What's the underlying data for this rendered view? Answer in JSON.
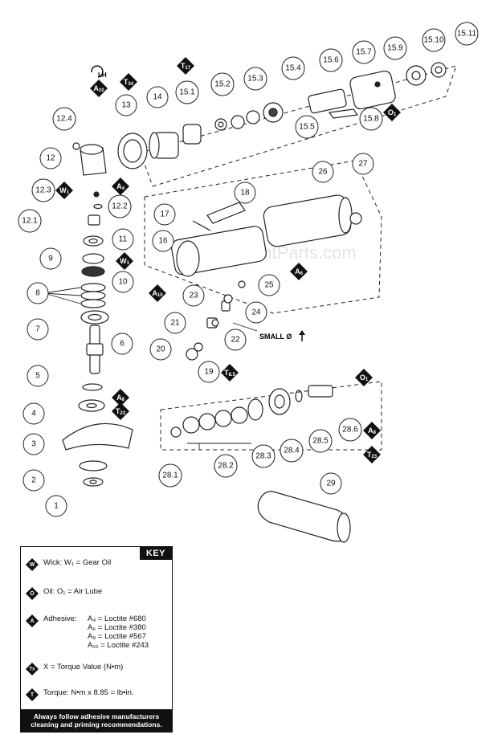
{
  "watermark": "ReplacementParts.com",
  "rotation_label": "LH",
  "small_label": "SMALL Ø",
  "callouts": [
    "1",
    "2",
    "3",
    "4",
    "5",
    "6",
    "7",
    "8",
    "9",
    "10",
    "11",
    "12",
    "12.1",
    "12.2",
    "12.3",
    "12.4",
    "13",
    "14",
    "15.1",
    "15.2",
    "15.3",
    "15.4",
    "15.5",
    "15.6",
    "15.7",
    "15.8",
    "15.9",
    "15.10",
    "15.11",
    "16",
    "17",
    "18",
    "19",
    "20",
    "21",
    "22",
    "23",
    "24",
    "25",
    "26",
    "27",
    "28.1",
    "28.2",
    "28.3",
    "28.4",
    "28.5",
    "28.6",
    "29"
  ],
  "badges": [
    {
      "letter": "A",
      "sub": "10"
    },
    {
      "letter": "T",
      "sub": "34"
    },
    {
      "letter": "T",
      "sub": "17"
    },
    {
      "letter": "O",
      "sub": "1"
    },
    {
      "letter": "W",
      "sub": "1"
    },
    {
      "letter": "A",
      "sub": "4"
    },
    {
      "letter": "W",
      "sub": "1"
    },
    {
      "letter": "A",
      "sub": "6"
    },
    {
      "letter": "A",
      "sub": "10"
    },
    {
      "letter": "T",
      "sub": "8.5"
    },
    {
      "letter": "A",
      "sub": "8"
    },
    {
      "letter": "T",
      "sub": "23"
    },
    {
      "letter": "O",
      "sub": "1"
    },
    {
      "letter": "A",
      "sub": "8"
    },
    {
      "letter": "T",
      "sub": "23"
    }
  ],
  "key": {
    "title": "KEY",
    "wick": "Wick: W₁ = Gear Oil",
    "oil": "Oil: O₁ = Air Lube",
    "adhesive_label": "Adhesive:",
    "adhesives": [
      "A₄ = Loctite #680",
      "A₆ = Loctite #380",
      "A₈ = Loctite #567",
      "A₁₀ = Loctite #243"
    ],
    "torque_value": "X = Torque Value (N•m)",
    "torque_conv": "Torque: N•m x 8.85 = lb•in.",
    "note": "Always follow adhesive manufacturers cleaning and priming recommendations.",
    "icons": {
      "wick": "W",
      "oil": "O",
      "adhesive": "A",
      "torque_value": "Tx",
      "torque": "T"
    }
  }
}
